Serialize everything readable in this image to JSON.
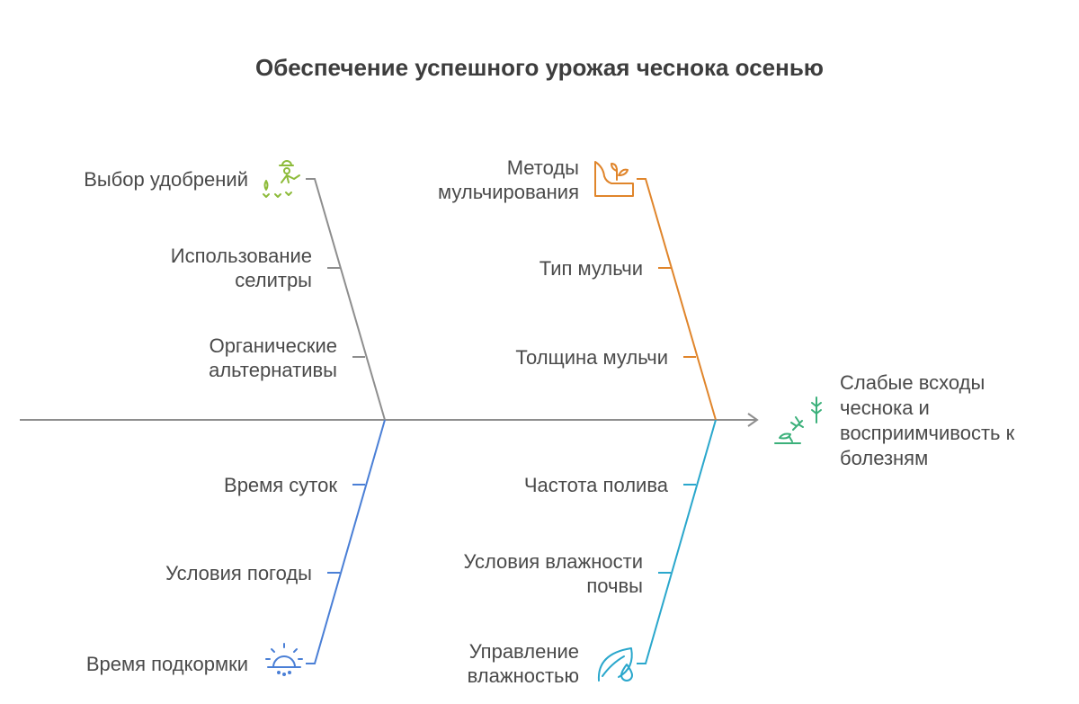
{
  "title": "Обеспечение успешного урожая чеснока осенью",
  "effect": {
    "lines": [
      "Слабые всходы",
      "чеснока и",
      "восприимчивость к",
      "болезням"
    ],
    "icon": "sprouts-icon",
    "color": "#3bb07a"
  },
  "branches": {
    "fertilizer": {
      "color": "#8e8e8e",
      "icon": "farmer-seeds-icon",
      "category": [
        "Выбор удобрений"
      ],
      "causes": [
        [
          "Использование",
          "селитры"
        ],
        [
          "Органические",
          "альтернативы"
        ]
      ]
    },
    "mulch": {
      "color": "#e0852b",
      "icon": "plant-pot-icon",
      "category": [
        "Методы",
        "мульчирования"
      ],
      "causes": [
        [
          "Тип мульчи"
        ],
        [
          "Толщина мульчи"
        ]
      ]
    },
    "timing": {
      "color": "#4a7fd6",
      "icon": "sun-timer-icon",
      "category": [
        "Время подкормки"
      ],
      "causes": [
        [
          "Время суток"
        ],
        [
          "Условия погоды"
        ]
      ]
    },
    "moisture": {
      "color": "#2aa7cc",
      "icon": "leaf-drop-icon",
      "category": [
        "Управление",
        "влажностью"
      ],
      "causes": [
        [
          "Частота полива"
        ],
        [
          "Условия влажности",
          "почвы"
        ]
      ]
    }
  }
}
